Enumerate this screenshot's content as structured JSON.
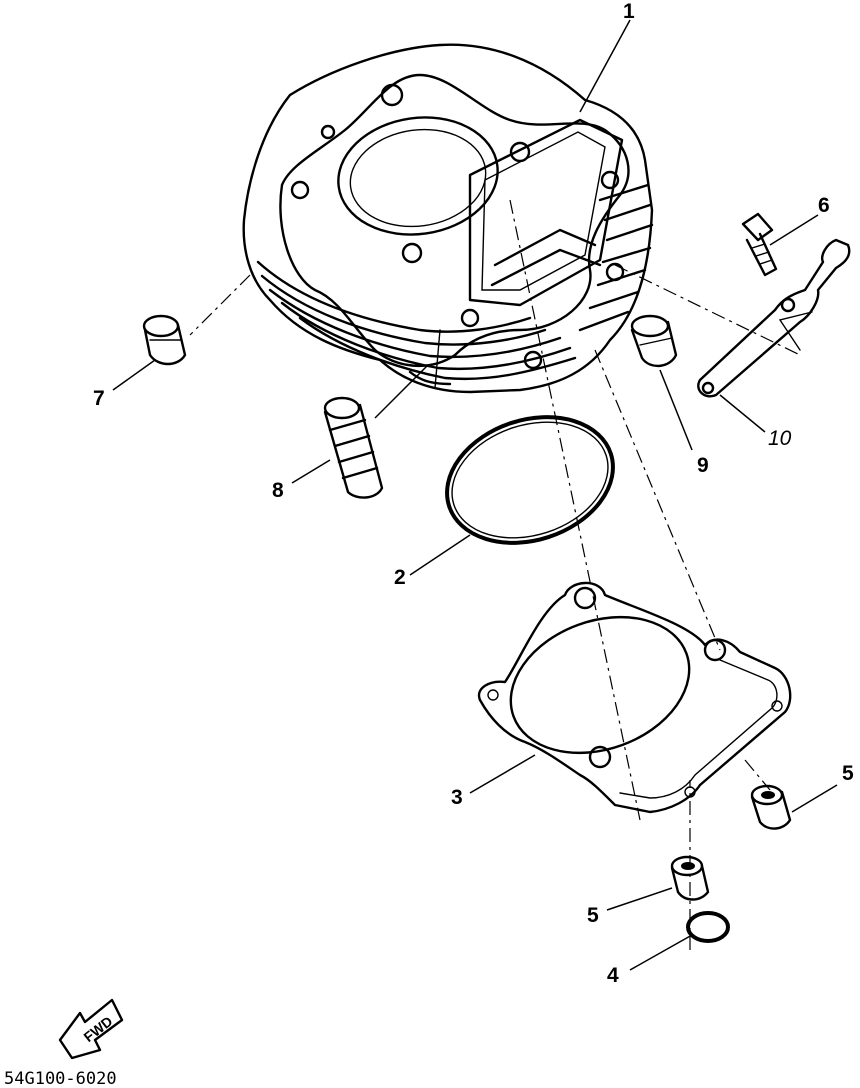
{
  "callouts": {
    "c1": "1",
    "c2": "2",
    "c3": "3",
    "c4": "4",
    "c5a": "5",
    "c5b": "5",
    "c6": "6",
    "c7": "7",
    "c8": "8",
    "c9": "9",
    "c10": "10"
  },
  "fwd_label": "FWD",
  "diagram_code": "54G100-6020"
}
